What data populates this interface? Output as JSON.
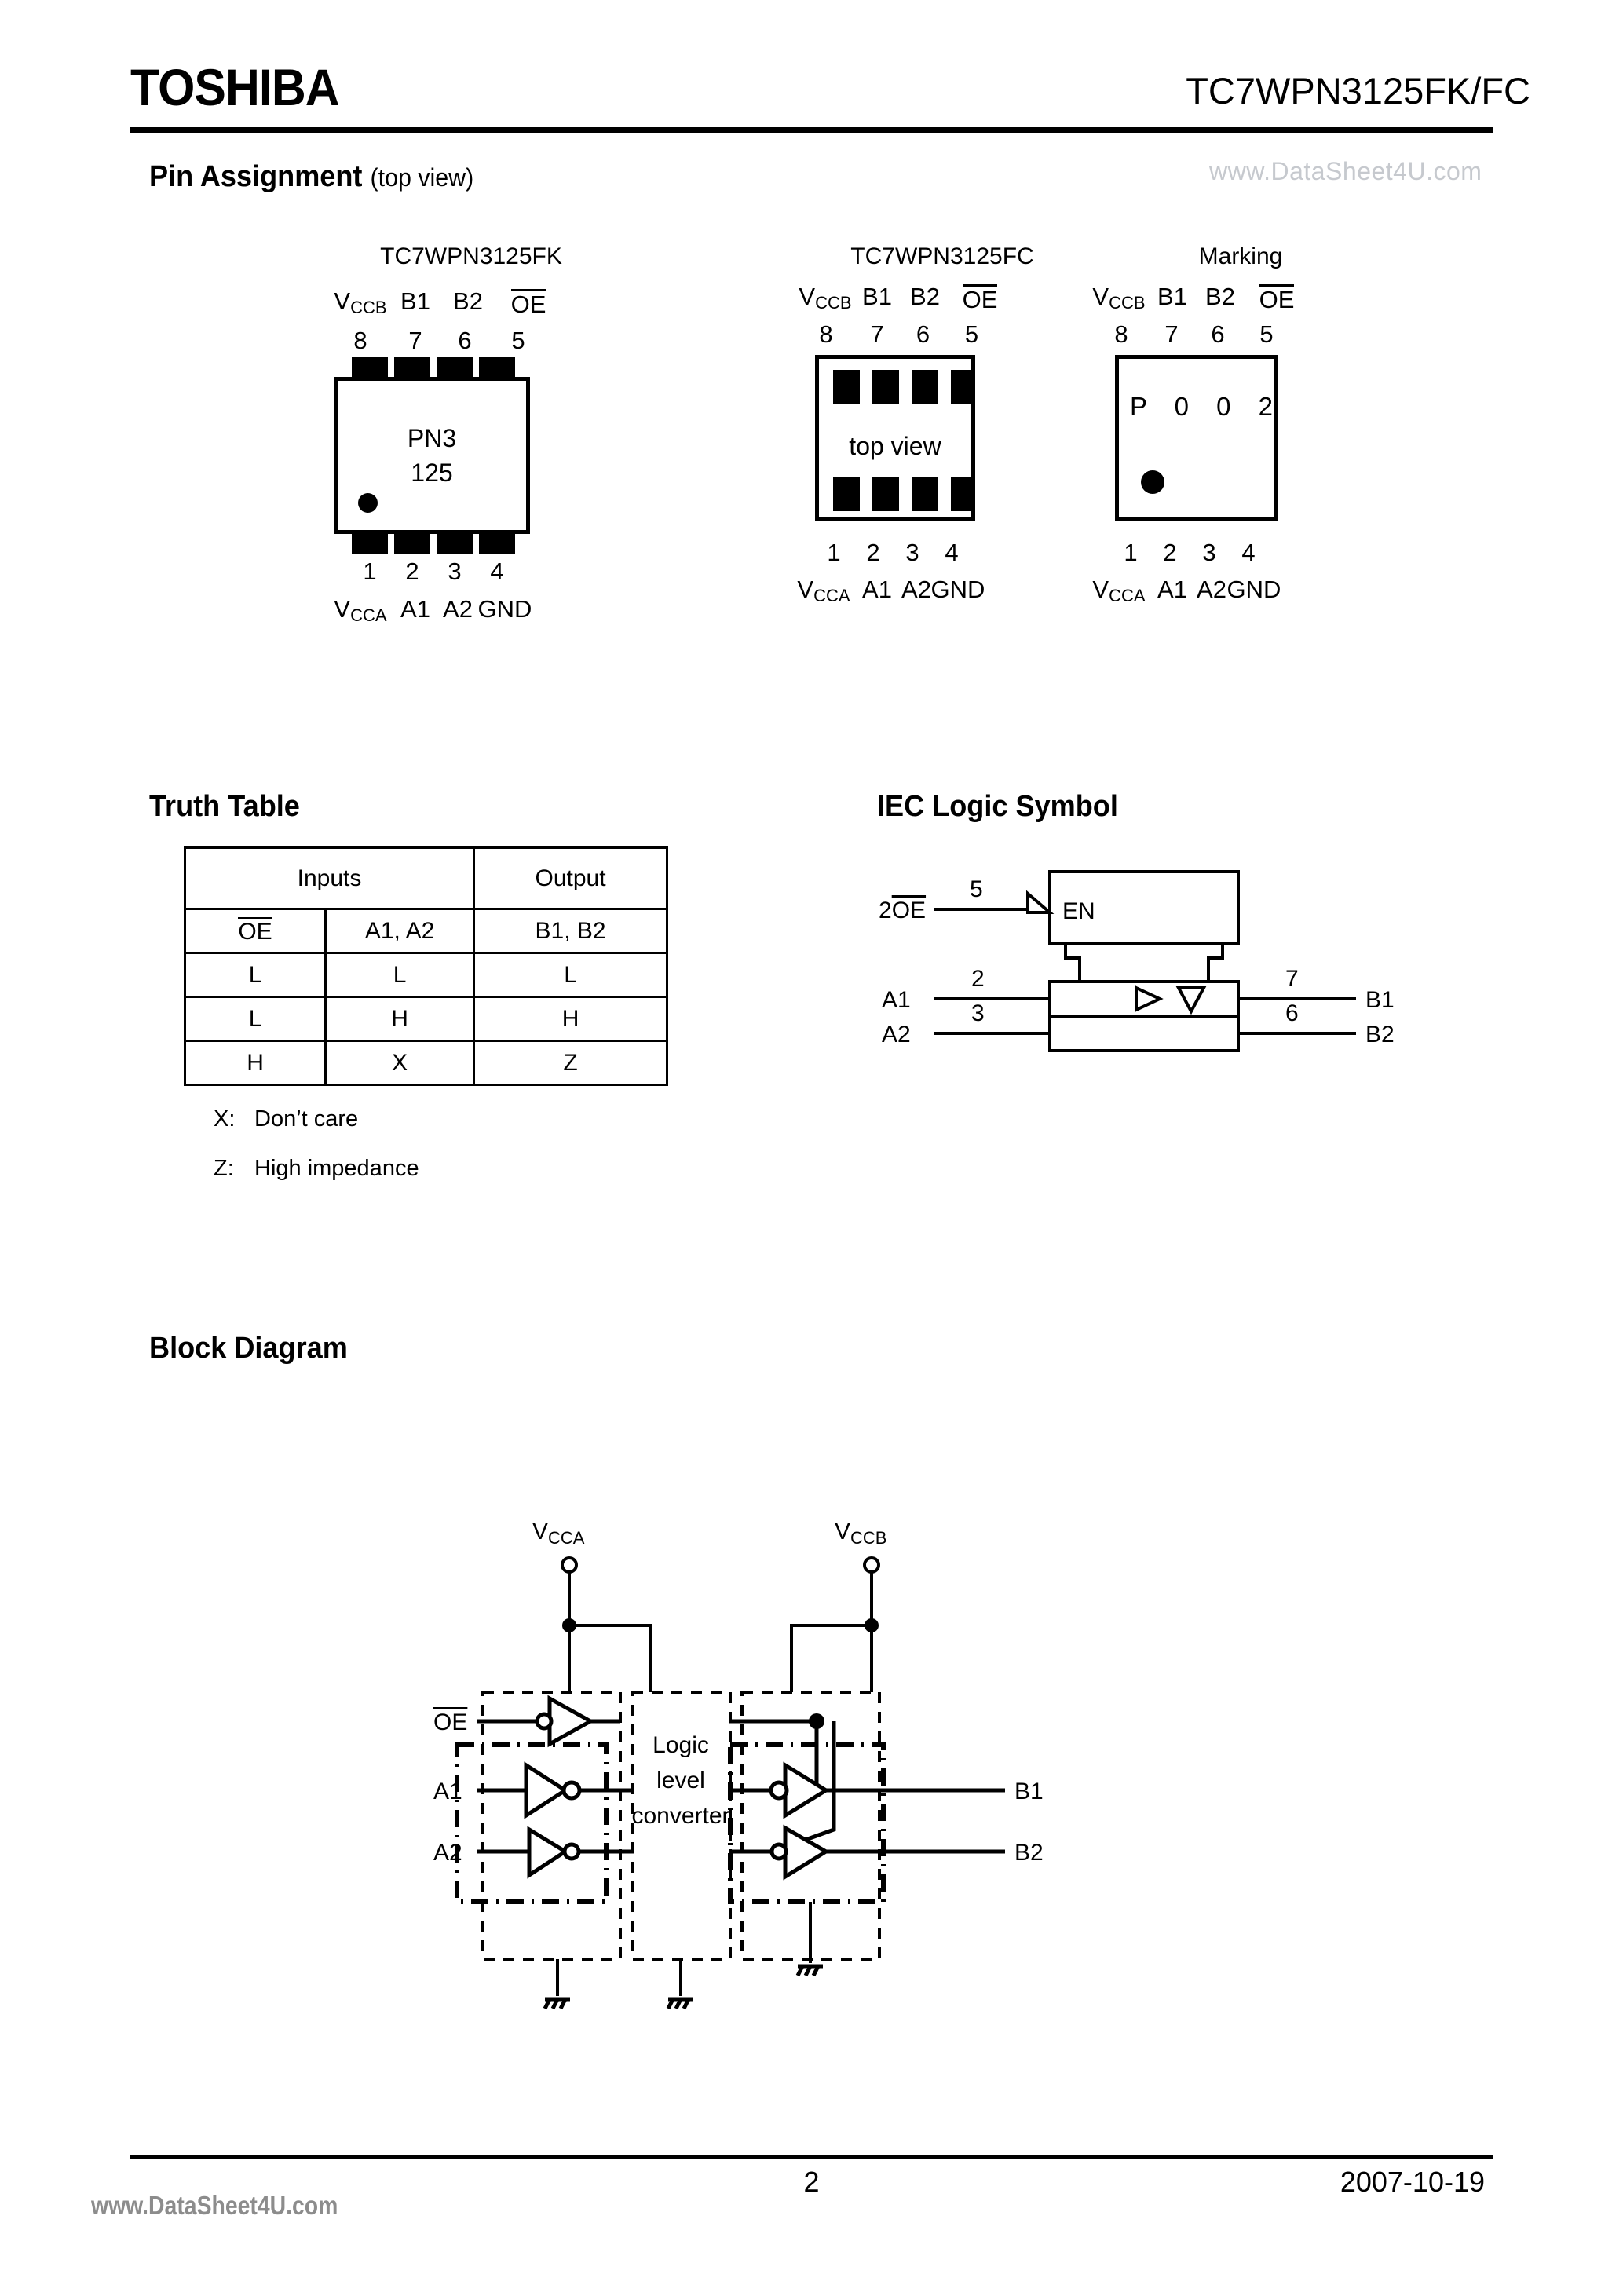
{
  "header": {
    "logo": "TOSHIBA",
    "part_number": "TC7WPN3125FK/FC"
  },
  "watermark": {
    "top": "www.DataSheet4U.com",
    "bottom": "www.DataSheet4U.com"
  },
  "sections": {
    "pin_assignment": {
      "title": "Pin Assignment ",
      "subtitle": "(top view)"
    },
    "truth_table": {
      "title": "Truth Table"
    },
    "iec_logic_symbol": {
      "title": "IEC Logic Symbol"
    },
    "block_diagram": {
      "title": "Block Diagram"
    }
  },
  "pin_assignment": {
    "top_labels": [
      "VCCB",
      "B1",
      "B2",
      "OE"
    ],
    "top_label_parts": [
      {
        "main": "V",
        "sub": "CCB",
        "overline": false
      },
      {
        "main": "B1",
        "sub": "",
        "overline": false
      },
      {
        "main": "B2",
        "sub": "",
        "overline": false
      },
      {
        "main": "OE",
        "sub": "",
        "overline": true
      }
    ],
    "top_numbers": [
      "8",
      "7",
      "6",
      "5"
    ],
    "bottom_numbers": [
      "1",
      "2",
      "3",
      "4"
    ],
    "bottom_labels": [
      "VCCA",
      "A1",
      "A2",
      "GND"
    ],
    "bottom_label_parts": [
      {
        "main": "V",
        "sub": "CCA"
      },
      {
        "main": "A1",
        "sub": ""
      },
      {
        "main": "A2",
        "sub": ""
      },
      {
        "main": "GND",
        "sub": ""
      }
    ],
    "packages": [
      {
        "title": "TC7WPN3125FK",
        "body_text_line1": "PN3",
        "body_text_line2": "125",
        "has_pin1_dot": true,
        "style": "gull-wing"
      },
      {
        "title": "TC7WPN3125FC",
        "body_text_line1": "top view",
        "body_text_line2": "",
        "has_pin1_dot": false,
        "style": "bga"
      },
      {
        "title": "Marking",
        "body_text_line1": "P 0 0 2",
        "body_text_line2": "",
        "has_pin1_dot": true,
        "style": "marking"
      }
    ]
  },
  "truth_table": {
    "group_headers": [
      "Inputs",
      "Output"
    ],
    "column_headers": [
      "OE",
      "A1, A2",
      "B1, B2"
    ],
    "column_header_overline": [
      true,
      false,
      false
    ],
    "rows": [
      [
        "L",
        "L",
        "L"
      ],
      [
        "L",
        "H",
        "H"
      ],
      [
        "H",
        "X",
        "Z"
      ]
    ],
    "notes": [
      {
        "key": "X:",
        "text": "Don’t care"
      },
      {
        "key": "Z:",
        "text": "High impedance"
      }
    ]
  },
  "iec_logic_symbol": {
    "enable_input_label": "2OE",
    "enable_input_overline_part": "OE",
    "enable_input_prefix": "2",
    "enable_pin": "5",
    "enable_block_text": "EN",
    "inputs": [
      {
        "label": "A1",
        "pin": "2"
      },
      {
        "label": "A2",
        "pin": "3"
      }
    ],
    "outputs": [
      {
        "label": "B1",
        "pin": "7"
      },
      {
        "label": "B2",
        "pin": "6"
      }
    ]
  },
  "block_diagram": {
    "supply_labels": [
      {
        "main": "V",
        "sub": "CCA"
      },
      {
        "main": "V",
        "sub": "CCB"
      }
    ],
    "inputs": [
      {
        "label": "OE",
        "overline": true
      },
      {
        "label": "A1",
        "overline": false
      },
      {
        "label": "A2",
        "overline": false
      }
    ],
    "outputs": [
      "B1",
      "B2"
    ],
    "center_block_text": [
      "Logic",
      "level",
      "converter"
    ],
    "ground_symbols": 3
  },
  "footer": {
    "page": "2",
    "date": "2007-10-19"
  },
  "colors": {
    "ink": "#000000",
    "watermark_top": "#c6c9ce",
    "watermark_bottom": "#8c8c8c",
    "paper": "#ffffff"
  }
}
